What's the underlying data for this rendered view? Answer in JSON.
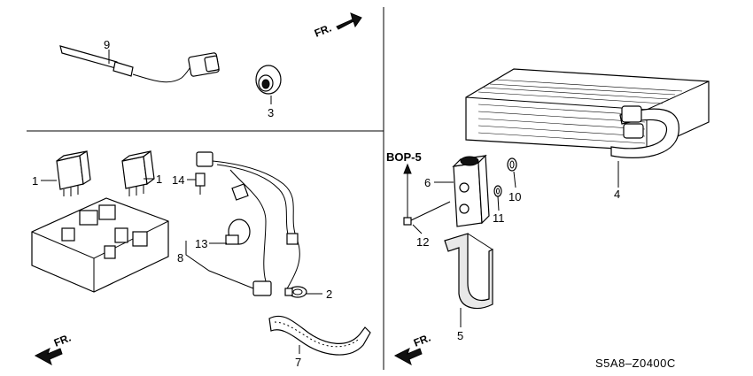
{
  "diagram_code": "S5A8–Z0400C",
  "reference_label": "BOP-5",
  "direction_label": "FR.",
  "callouts": {
    "p1a": "1",
    "p1b": "1",
    "p2": "2",
    "p3": "3",
    "p4": "4",
    "p5": "5",
    "p6": "6",
    "p7": "7",
    "p8": "8",
    "p9": "9",
    "p10": "10",
    "p11": "11",
    "p12": "12",
    "p13": "13",
    "p14": "14"
  }
}
